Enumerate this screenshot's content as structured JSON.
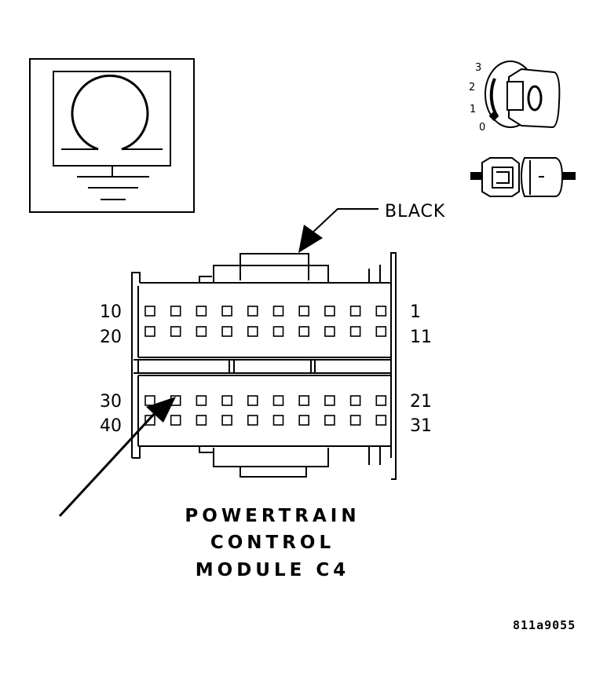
{
  "connector": {
    "color_label": "BLACK",
    "pin_labels": {
      "row1_left": "10",
      "row2_left": "20",
      "row3_left": "30",
      "row4_left": "40",
      "row1_right": "1",
      "row2_right": "11",
      "row3_right": "21",
      "row4_right": "31"
    }
  },
  "module_name": {
    "line1": "POWERTRAIN",
    "line2": "CONTROL",
    "line3": "MODULE C4"
  },
  "ignition": {
    "positions": [
      "3",
      "2",
      "1",
      "0"
    ]
  },
  "figure_code": "811a9055",
  "icons": {
    "meter": "ohmmeter-icon",
    "ignition": "ignition-key-off-icon",
    "plug": "disconnected-connector-icon"
  }
}
